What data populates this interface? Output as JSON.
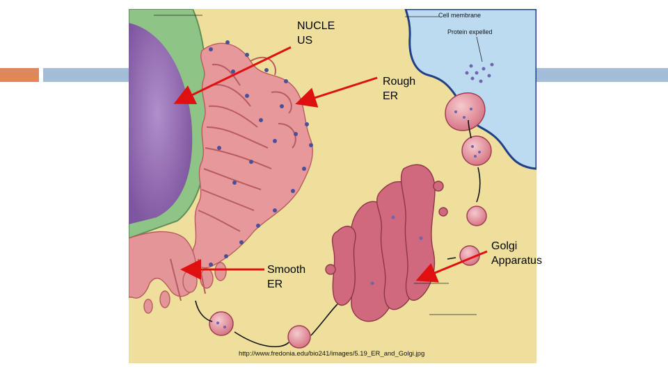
{
  "colors": {
    "bar_accent": "#e0875a",
    "bar_main": "#a3bdd8",
    "background_yellow": "#efdf9c",
    "nucleus_purple": "#9c73b8",
    "nuclear_envelope_green": "#8fc487",
    "er_pink": "#e6989a",
    "golgi_magenta": "#d1697e",
    "extracellular_blue": "#bcdbf1",
    "ribosome": "#4b4f9a",
    "arrow_red": "#e01010"
  },
  "labels": {
    "nucleus": "NUCLE\nUS",
    "rough_er": "Rough\nER",
    "smooth_er": "Smooth\nER",
    "golgi": "Golgi\nApparatus"
  },
  "image_text": {
    "cell_membrane": "Cell membrane",
    "protein_expelled": "Protein expelled",
    "source_url": "http://www.fredonia.edu/bio241/images/5.19_ER_and_Golgi.jpg"
  }
}
